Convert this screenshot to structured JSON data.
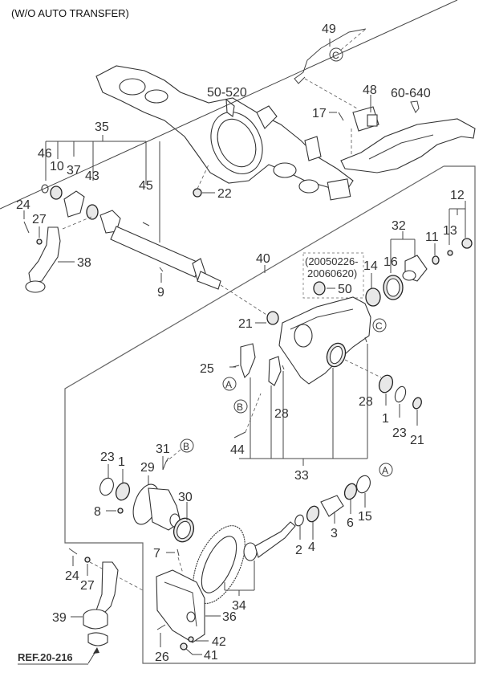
{
  "diagram_title": "(W/O AUTO TRANSFER)",
  "reference": {
    "label": "REF.20-216"
  },
  "date_range_note": {
    "line1": "(20050226-",
    "line2": "20060620)",
    "part": "50"
  },
  "labels": {
    "l49": "49",
    "l48": "48",
    "l17": "17",
    "l60640": "60-640",
    "l50520": "50-520",
    "l22": "22",
    "l35": "35",
    "l46": "46",
    "l10": "10",
    "l37": "37",
    "l43": "43",
    "l45": "45",
    "l24a": "24",
    "l27a": "27",
    "l38": "38",
    "l9": "9",
    "l40": "40",
    "l12": "12",
    "l13": "13",
    "l11": "11",
    "l32": "32",
    "l16": "16",
    "l14": "14",
    "l21a": "21",
    "l25": "25",
    "l28a": "28",
    "l28b": "28",
    "l44": "44",
    "l33": "33",
    "l1a": "1",
    "l23a": "23",
    "l21b": "21",
    "l23b": "23",
    "l1b": "1",
    "l29": "29",
    "l31": "31",
    "l30": "30",
    "l8": "8",
    "l7": "7",
    "l2": "2",
    "l4": "4",
    "l3": "3",
    "l6": "6",
    "l15": "15",
    "l34": "34",
    "l24b": "24",
    "l27b": "27",
    "l39": "39",
    "l36": "36",
    "l26": "26",
    "l42": "42",
    "l41": "41"
  },
  "callouts": {
    "A": "A",
    "B": "B",
    "C": "C"
  }
}
